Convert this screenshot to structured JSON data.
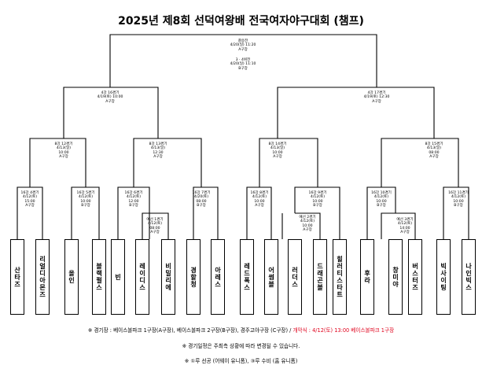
{
  "title": "2025년 제8회 선덕여왕배  전국여자야구대회 (챔프)",
  "teams": [
    "산타즈",
    "리얼디아몬즈",
    "올인",
    "블랙펄스",
    "빈",
    "레이디스",
    "비밀리에",
    "경할청",
    "아레스",
    "레드폭스",
    "어썸블",
    "러더스",
    "드래곤볼",
    "힐러티스타트",
    "후라",
    "창미야",
    "버스터즈",
    "빅사이팅",
    "나인빅스"
  ],
  "matches": {
    "final": [
      "결승전",
      "4/20(일) 11:20",
      "A구장"
    ],
    "third": [
      "3 · 4위전",
      "4/20(일) 11:10",
      "B구장"
    ],
    "semi_left": [
      "4강 16경기",
      "4/19(토) 10:00",
      "A구장"
    ],
    "semi_right": [
      "4강 17경기",
      "4/19(토) 12:30",
      "A구장"
    ],
    "qf1": [
      "8강 12경기",
      "4/13(일)",
      "10:00",
      "A구장"
    ],
    "qf2": [
      "8강 13경기",
      "4/13(일)",
      "12:30",
      "A구장"
    ],
    "qf3": [
      "8강 14경기",
      "4/13(일)",
      "10:00",
      "A구장"
    ],
    "qf4": [
      "8강 15경기",
      "4/13(일)",
      "08:00",
      "A구장"
    ],
    "r16_4": [
      "16강 4경기",
      "4/12(토)",
      "15:00",
      "A구장"
    ],
    "r16_5": [
      "16강 5경기",
      "4/12(토)",
      "10:00",
      "B구장"
    ],
    "r16_6": [
      "16강 6경기",
      "4/12(토)",
      "12:00",
      "B구장"
    ],
    "r16_7": [
      "16강 7경기",
      "4/20(토)",
      "08:00",
      "B구장"
    ],
    "r16_8": [
      "16강 8경기",
      "4/12(토)",
      "10:00",
      "A구장"
    ],
    "r16_9": [
      "16강 9경기",
      "4/12(토)",
      "10:00",
      "B구장"
    ],
    "r16_10": [
      "16강 10경기",
      "4/12(토)",
      "10:00",
      "B구장"
    ],
    "r16_11": [
      "16강 11경기",
      "4/12(토)",
      "10:00",
      "B구장"
    ],
    "pre1": [
      "예선 1경기",
      "4/12(토)",
      "08:00",
      "A구장"
    ],
    "pre2": [
      "예선 2경기",
      "4/12(토)",
      "10:00",
      "A구장"
    ],
    "pre3": [
      "예선 3경기",
      "4/12(토)",
      "14:00",
      "A구장"
    ]
  },
  "footer": {
    "line1": "※ 경기장 : 베이스볼파크 1구장(A구장), 베이스볼파크 2구장(B구장), 경주고야구장 (C구장) / ",
    "line1_red": "개막식 : 4/12(토) 13:00 베이스볼파크 1구장",
    "line2": "※ 경기일정은 주최측 상황에 따라 변경될 수 있습니다.",
    "line3": "※ ①루 선공 (어웨이 유니폼), ③루 수비 (홈 유니폼)"
  },
  "colors": {
    "line": "#000000",
    "accent": "#e0001b"
  }
}
